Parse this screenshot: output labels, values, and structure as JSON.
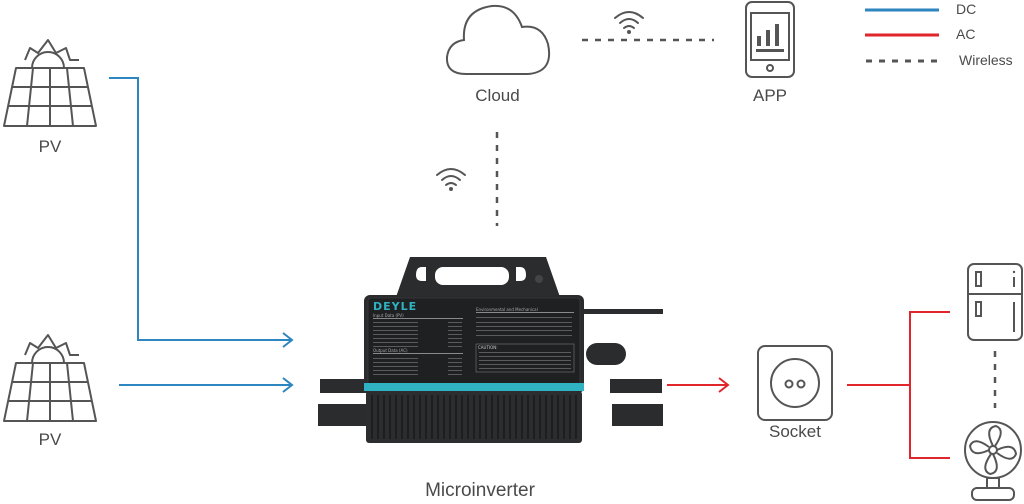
{
  "legend": {
    "items": [
      {
        "label": "DC",
        "style": "solid",
        "color": "#2e86c1"
      },
      {
        "label": "AC",
        "style": "solid",
        "color": "#e0262b"
      },
      {
        "label": "Wireless",
        "style": "dashed",
        "color": "#555555"
      }
    ]
  },
  "colors": {
    "dc": "#2e86c1",
    "ac": "#e0262b",
    "wireless": "#555555",
    "icon_stroke": "#555555",
    "inverter_body": "#2a2b2d",
    "inverter_accent": "#2fb3c3"
  },
  "nodes": {
    "pv_top": {
      "label": "PV",
      "icon": "solar-panel-icon"
    },
    "pv_bottom": {
      "label": "PV",
      "icon": "solar-panel-icon"
    },
    "cloud": {
      "label": "Cloud",
      "icon": "cloud-icon"
    },
    "app": {
      "label": "APP",
      "icon": "smartphone-chart-icon"
    },
    "microinverter": {
      "label": "Microinverter",
      "brand": "DEYLE",
      "panel_headings": [
        "Input Data (PV)",
        "Output Data (AC)",
        "Environmental and Mechanical",
        "CAUTION:"
      ]
    },
    "socket": {
      "label": "Socket",
      "icon": "power-socket-icon"
    },
    "fridge": {
      "icon": "refrigerator-icon"
    },
    "fan": {
      "icon": "electric-fan-icon"
    }
  },
  "connections": [
    {
      "from": "pv_top",
      "to": "microinverter",
      "type": "DC"
    },
    {
      "from": "pv_bottom",
      "to": "microinverter",
      "type": "DC"
    },
    {
      "from": "microinverter",
      "to": "socket",
      "type": "AC"
    },
    {
      "from": "socket",
      "to": "fridge",
      "type": "AC"
    },
    {
      "from": "socket",
      "to": "fan",
      "type": "AC"
    },
    {
      "from": "microinverter",
      "to": "cloud",
      "type": "Wireless"
    },
    {
      "from": "cloud",
      "to": "app",
      "type": "Wireless"
    }
  ]
}
